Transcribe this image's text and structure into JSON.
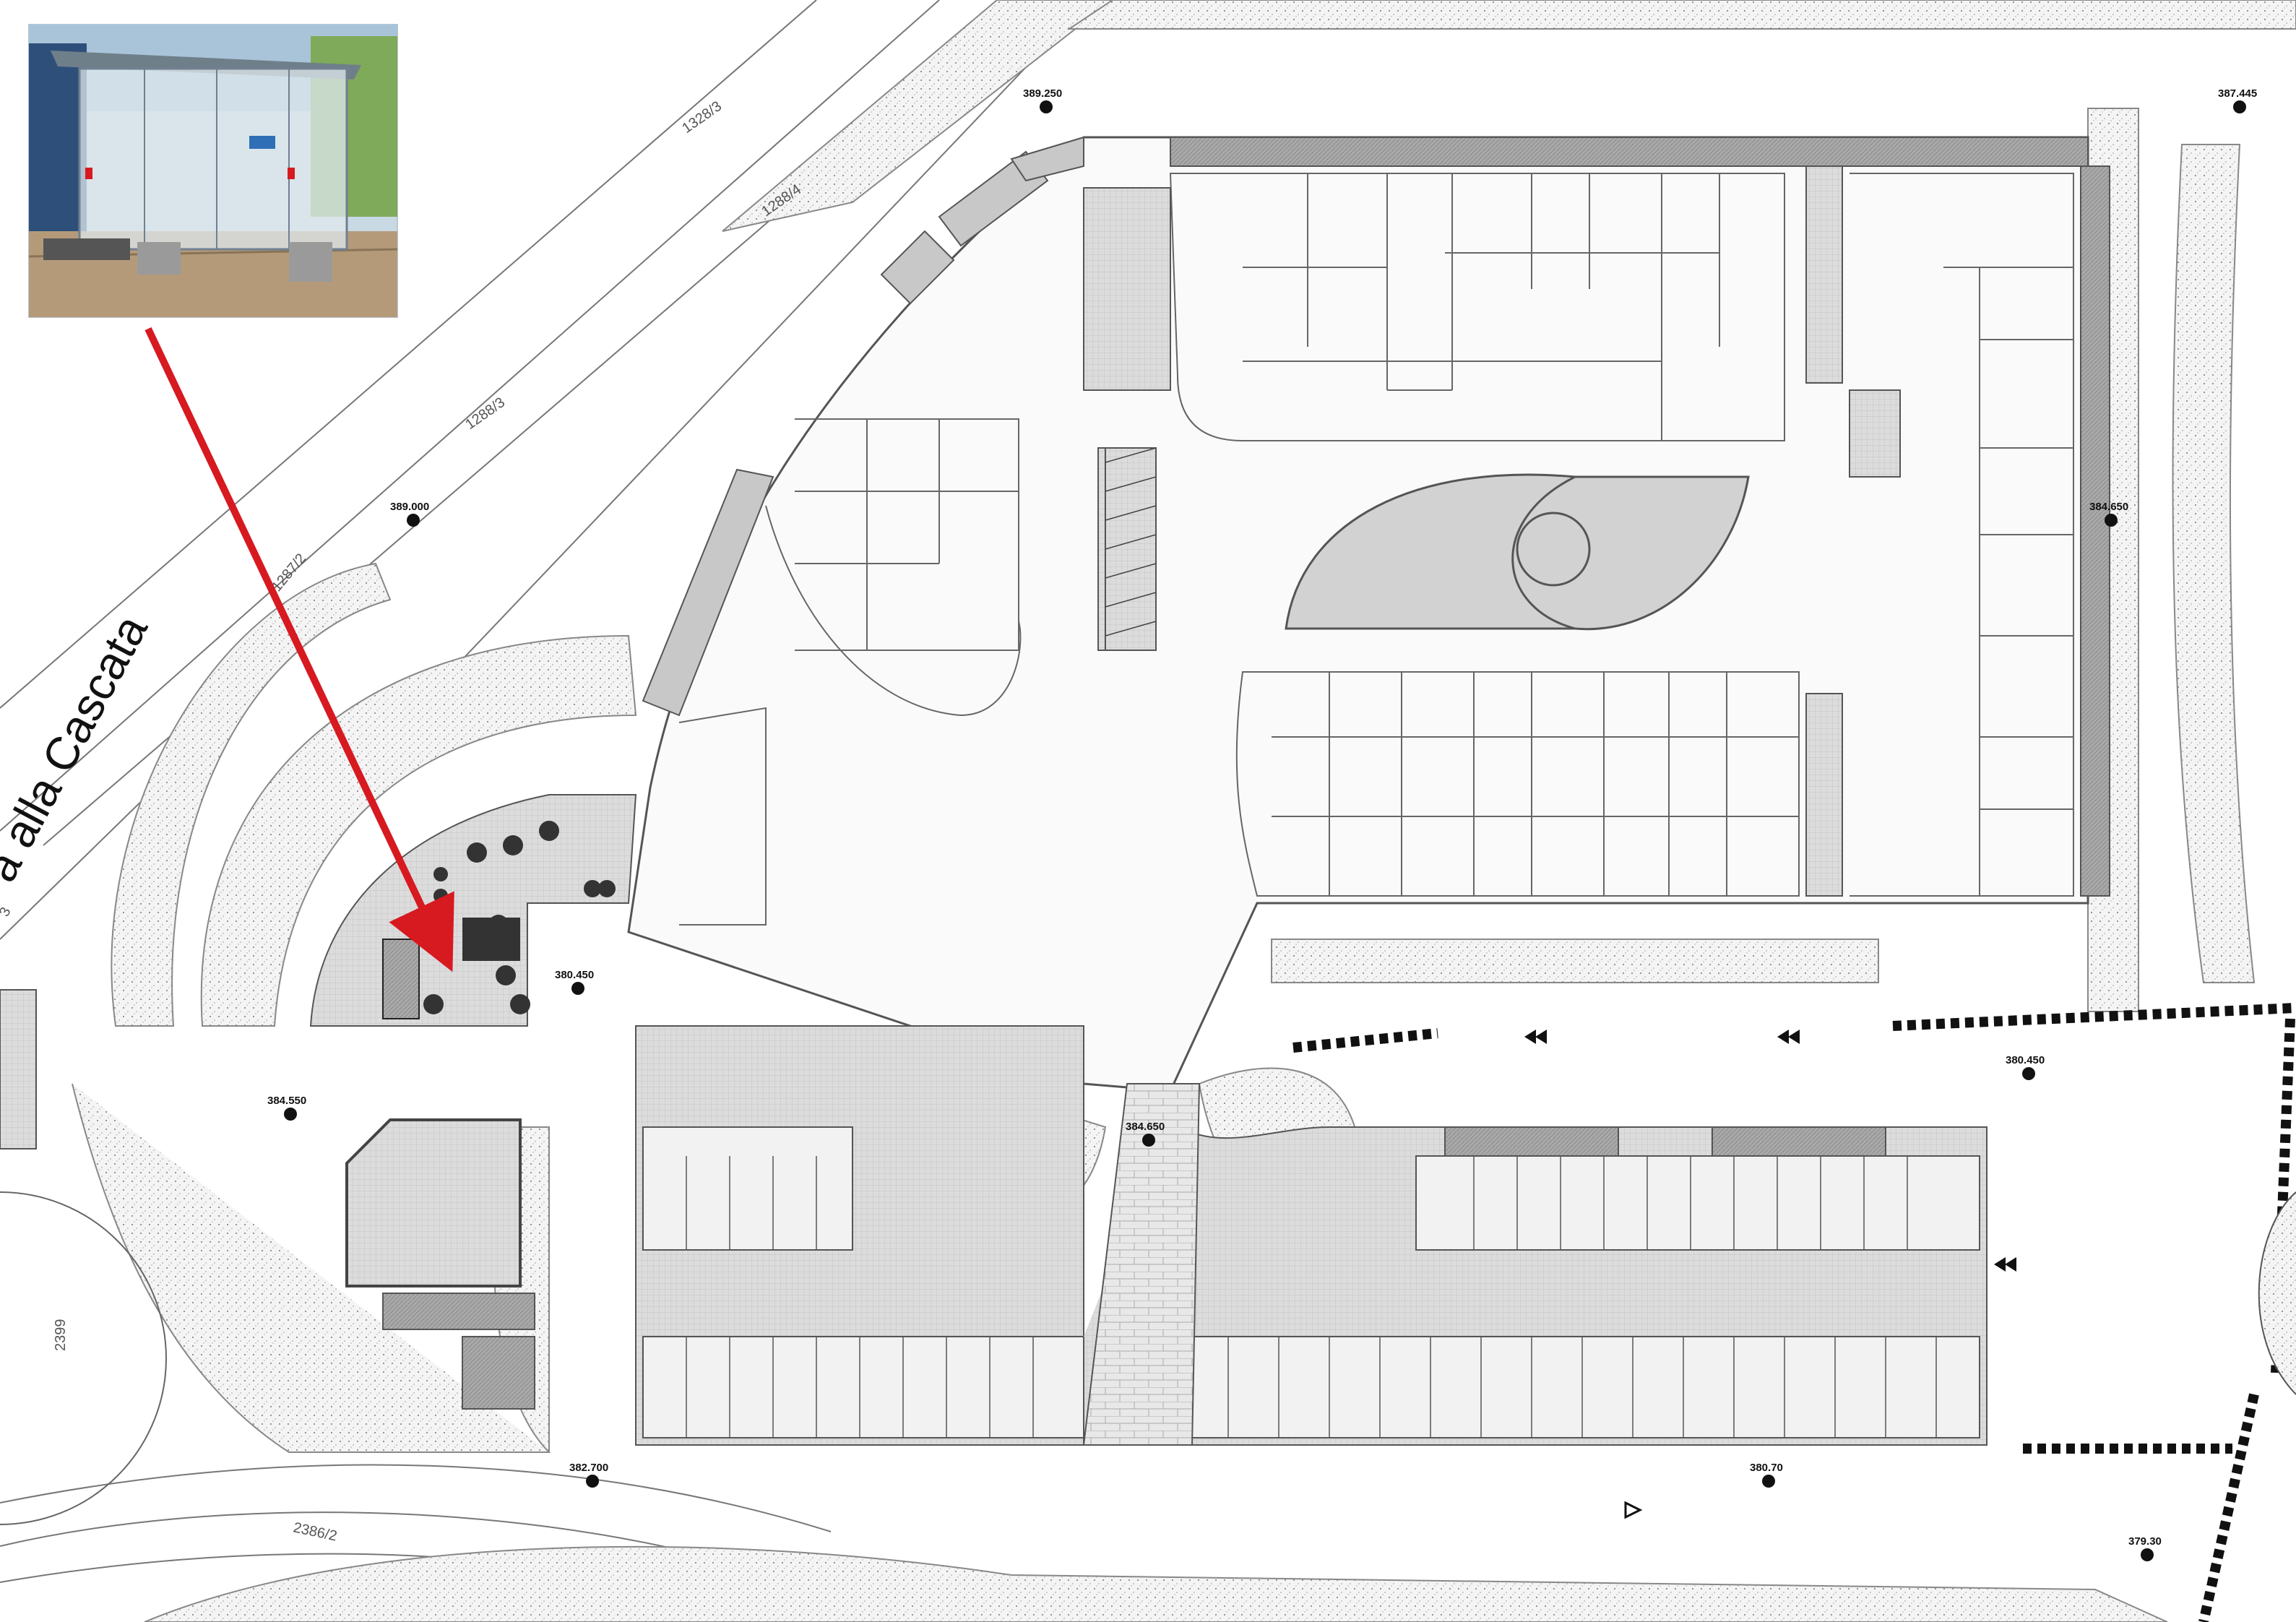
{
  "street_name": "a alla Cascata",
  "parcels": [
    "1328/3",
    "1288/4",
    "1288/3",
    "1287/2",
    "2386/2",
    "2399",
    "3"
  ],
  "elevations": [
    "389.250",
    "387.445",
    "389.000",
    "384.650",
    "380.450",
    "384.550",
    "384.650",
    "380.450",
    "382.700",
    "380.70",
    "379.30"
  ],
  "photo": {
    "caption": "bus-shelter-photo",
    "sign_color": "#2f6fb5"
  },
  "colors": {
    "arrow": "#d71920",
    "hatch": "#9a9a9a",
    "wall": "#555555",
    "landscape": "#bdbdbd"
  }
}
